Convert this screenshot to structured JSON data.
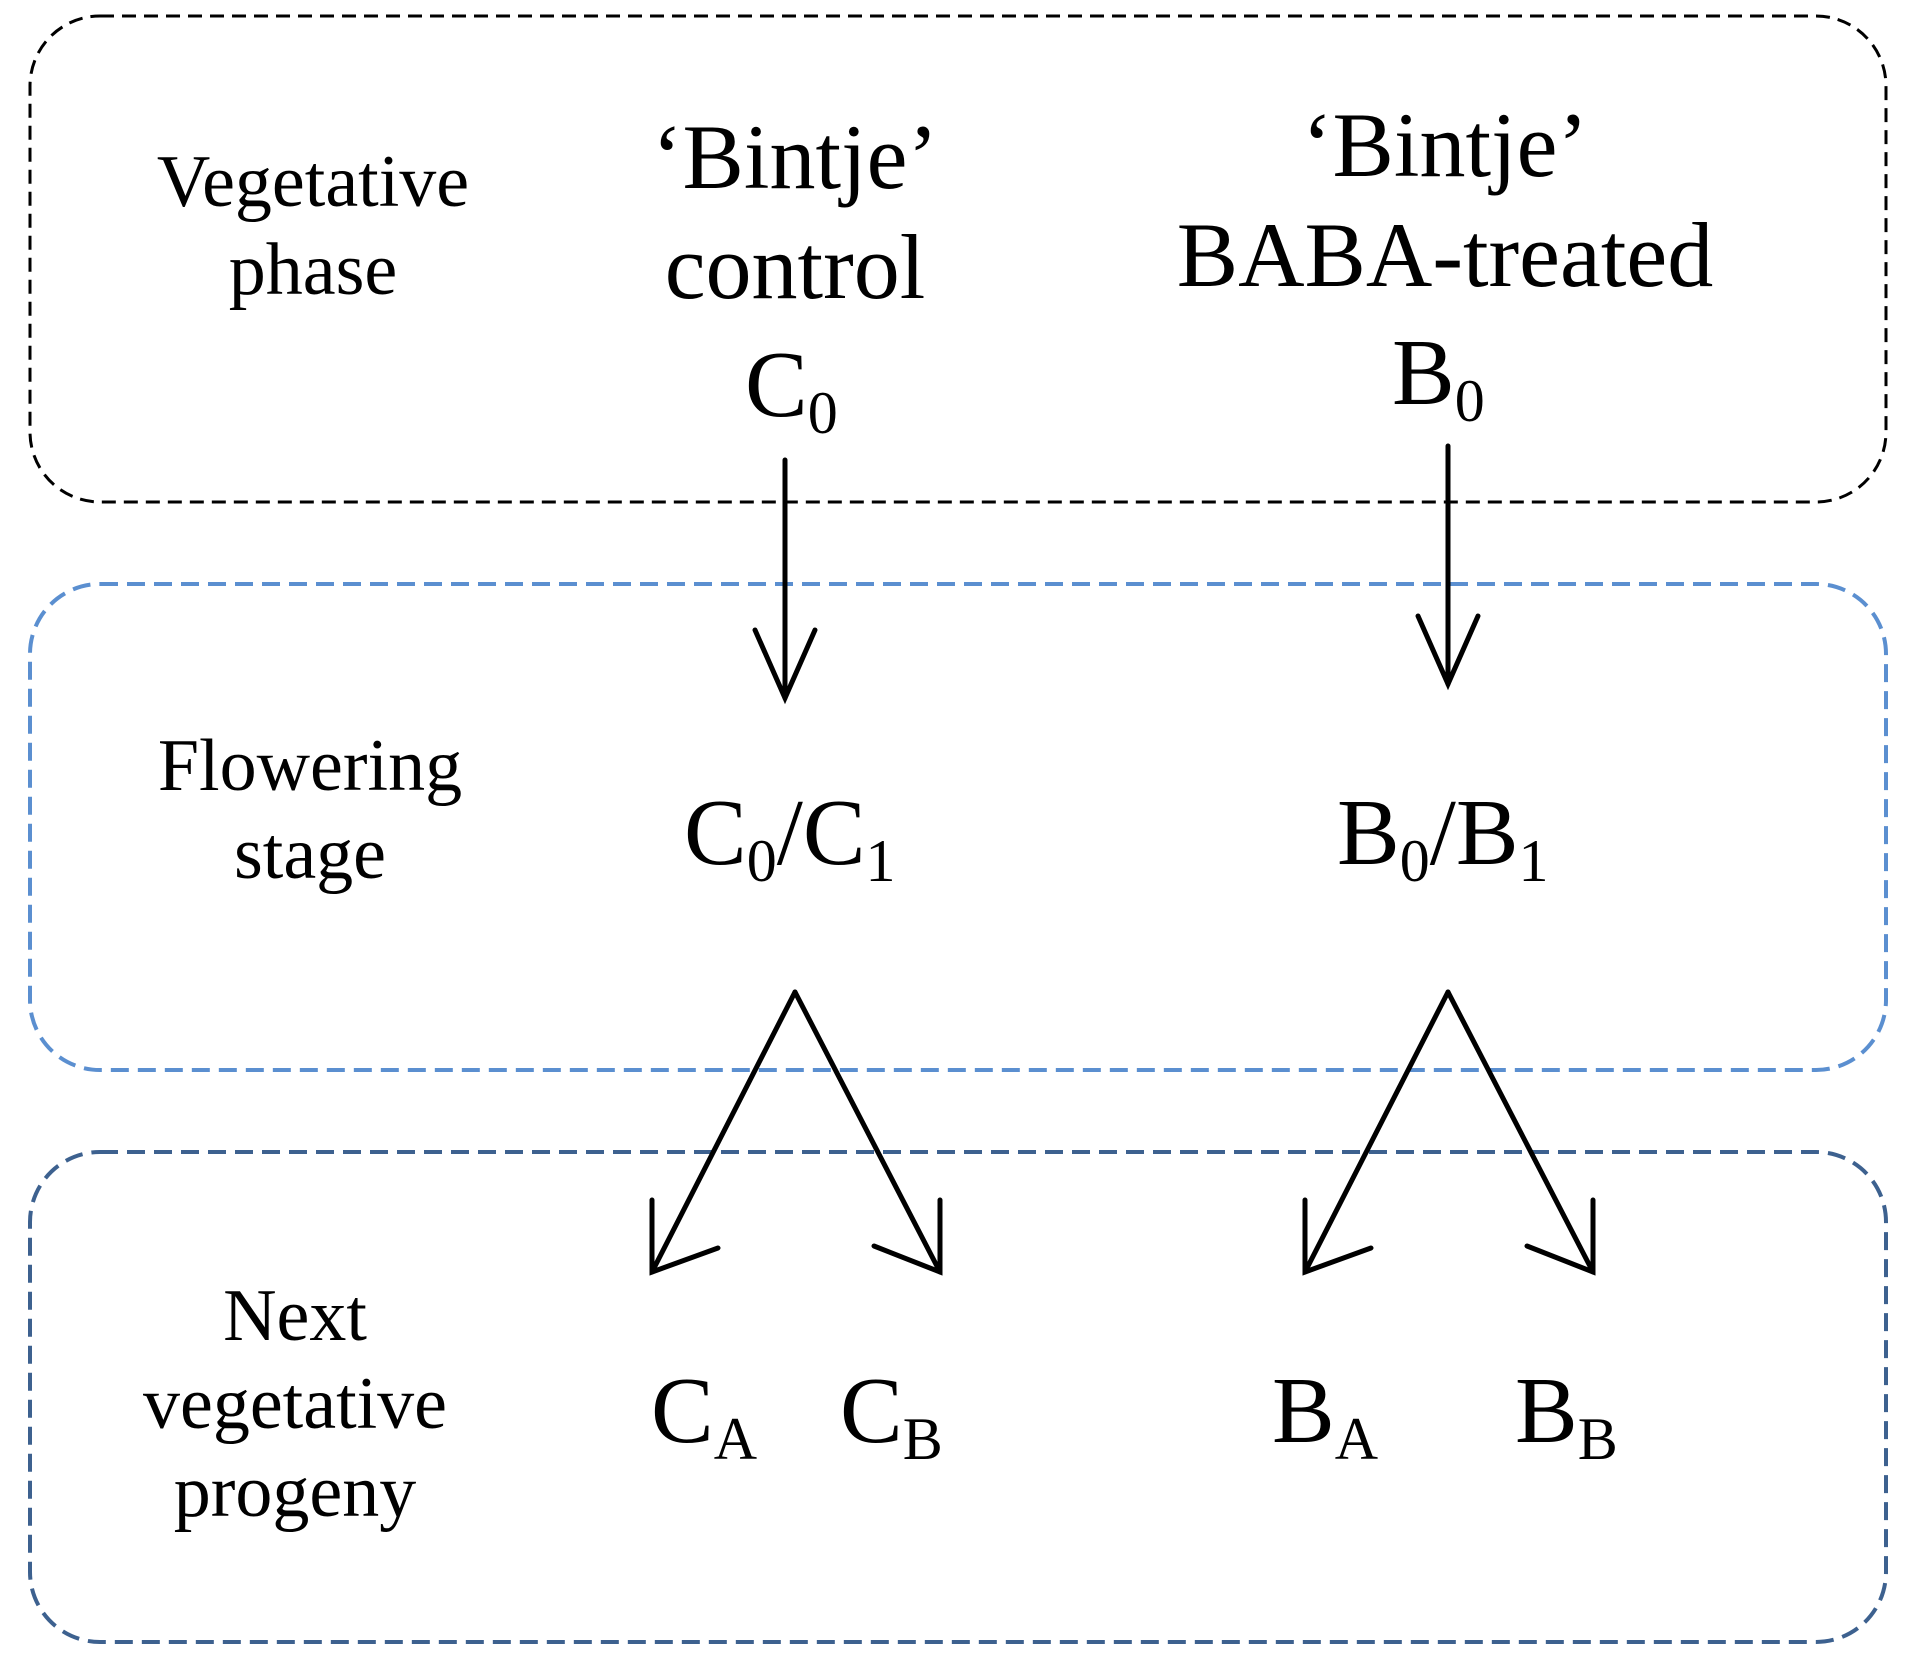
{
  "stages": {
    "vegetative": {
      "line1": "Vegetative",
      "line2": "phase",
      "color": "#000000"
    },
    "flowering": {
      "line1": "Flowering",
      "line2": "stage",
      "color": "#5b8fd0"
    },
    "progeny": {
      "line1": "Next",
      "line2": "vegetative",
      "line3": "progeny",
      "color": "#3d618f"
    }
  },
  "control": {
    "line1": "‘Bintje’",
    "line2": "control",
    "symbol": {
      "base": "C",
      "sub": "0"
    },
    "flowering": {
      "a_base": "C",
      "a_sub": "0",
      "sep": "/",
      "b_base": "C",
      "b_sub": "1"
    },
    "progeny_a": {
      "base": "C",
      "sub": "A"
    },
    "progeny_b": {
      "base": "C",
      "sub": "B"
    }
  },
  "treated": {
    "line1": "‘Bintje’",
    "line2": "BABA-treated",
    "symbol": {
      "base": "B",
      "sub": "0"
    },
    "flowering": {
      "a_base": "B",
      "a_sub": "0",
      "sep": "/",
      "b_base": "B",
      "b_sub": "1"
    },
    "progeny_a": {
      "base": "B",
      "sub": "A"
    },
    "progeny_b": {
      "base": "B",
      "sub": "B"
    }
  }
}
